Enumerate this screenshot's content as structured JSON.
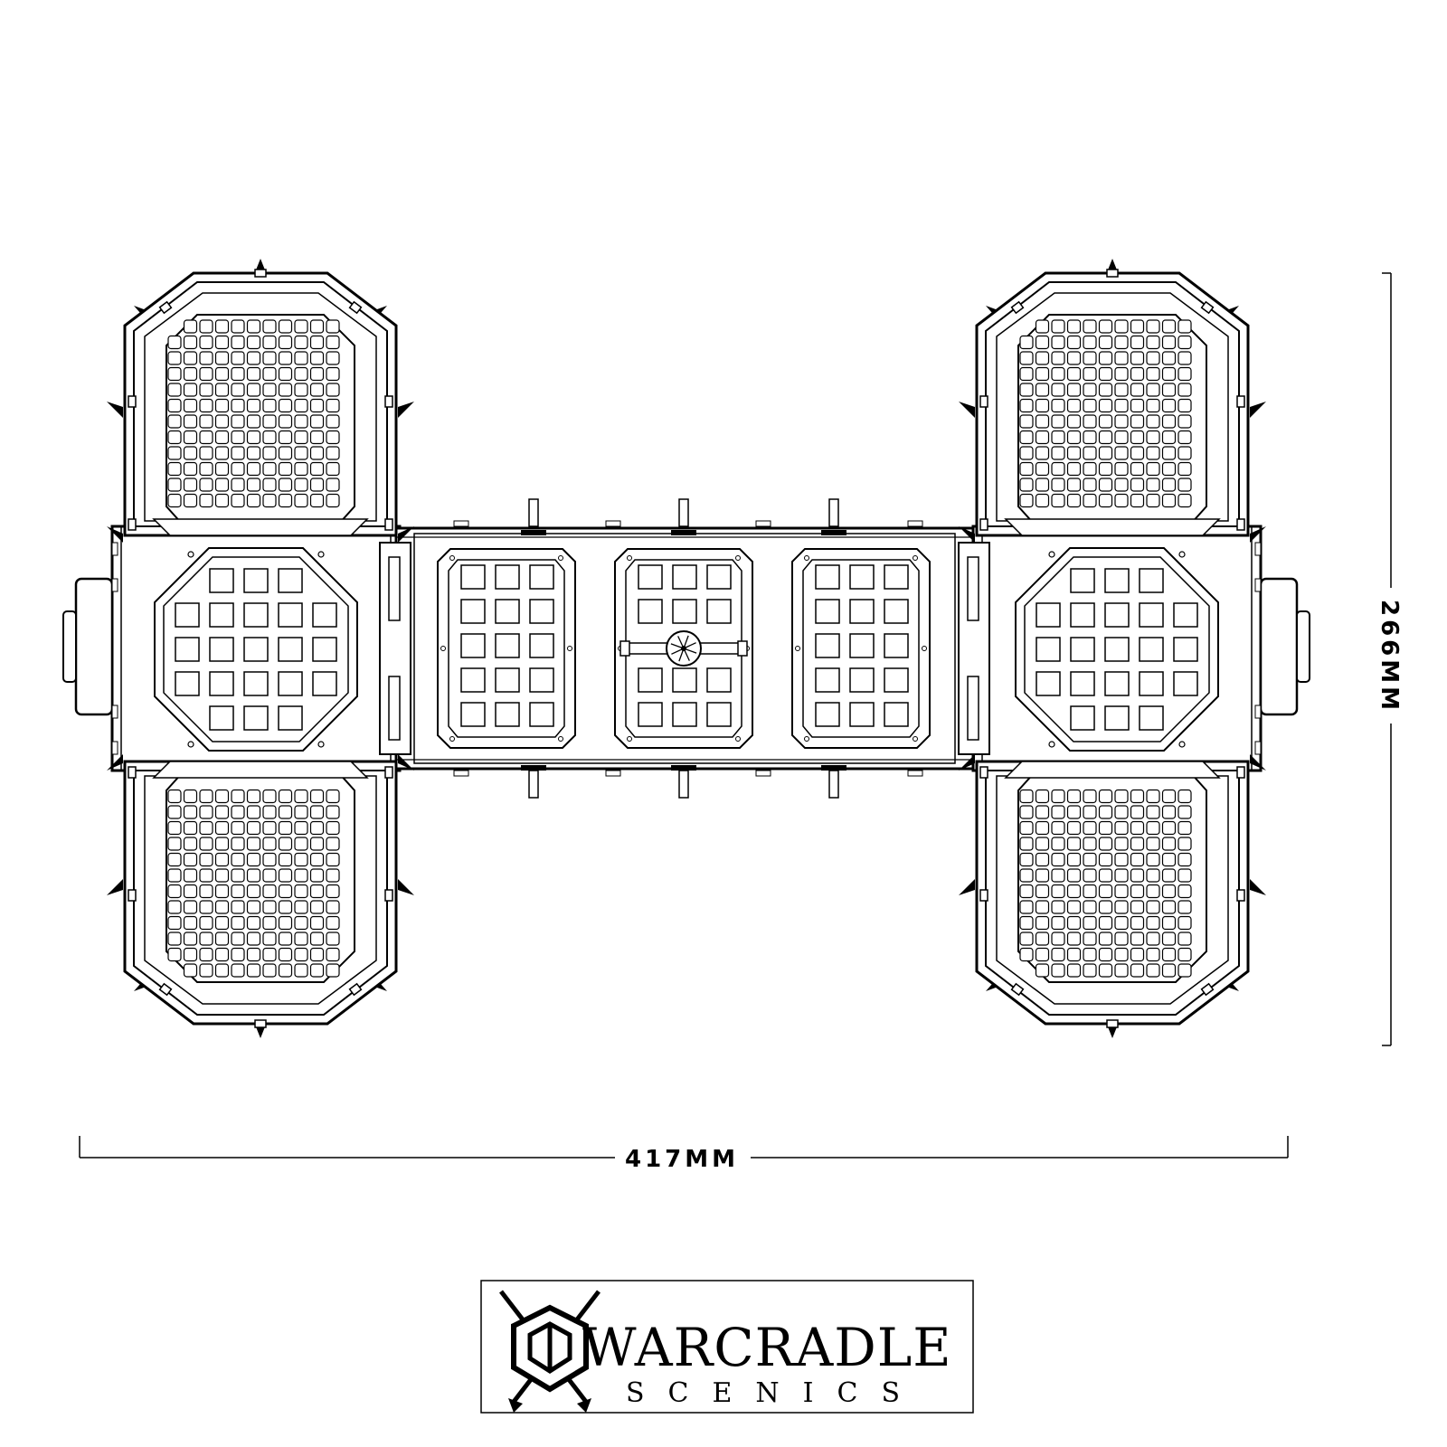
{
  "dimensions": {
    "width_label": "417MM",
    "height_label": "266MM"
  },
  "logo": {
    "brand": "WARCRADLE",
    "tagline": "SCENICS",
    "icon": "crossed-swords-shield-icon"
  },
  "colors": {
    "line": "#000000",
    "background": "#ffffff"
  }
}
